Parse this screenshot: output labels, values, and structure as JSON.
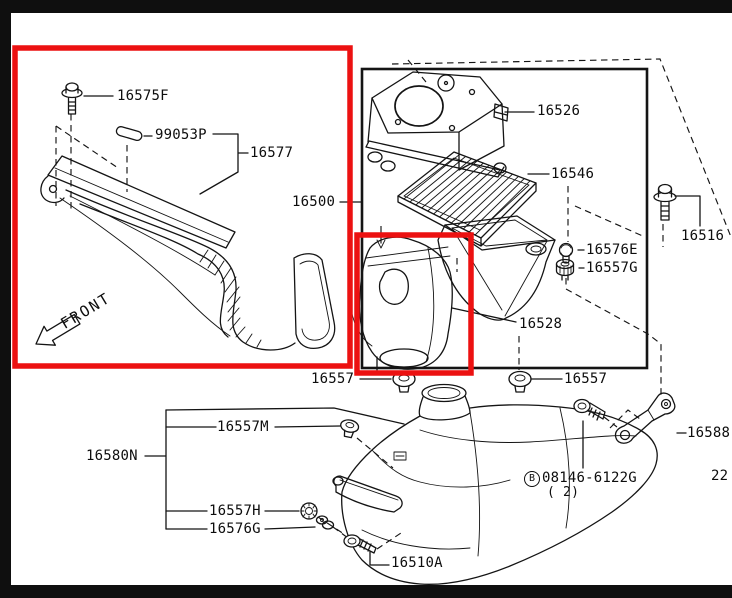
{
  "colors": {
    "highlight_red": "#ec1111",
    "line_black": "#141414",
    "frame_black": "#0f0f0f",
    "background": "#ffffff"
  },
  "diagram": {
    "front_indicator": "FRONT",
    "page_ref": "22",
    "fastener_note": {
      "circled_letter": "B",
      "part_number": "08146-6122G",
      "quantity": "( 2)"
    },
    "labels": {
      "p16575F": "16575F",
      "p99053P": "99053P",
      "p16577": "16577",
      "p16500": "16500",
      "p16526": "16526",
      "p16546": "16546",
      "p16516": "16516",
      "p16576E": "16576E",
      "p16557G": "16557G",
      "p16528": "16528",
      "p16557_left": "16557",
      "p16557_right": "16557",
      "p16580N": "16580N",
      "p16557M": "16557M",
      "p16557H": "16557H",
      "p16576G": "16576G",
      "p16510A": "16510A",
      "p16588": "16588"
    }
  }
}
